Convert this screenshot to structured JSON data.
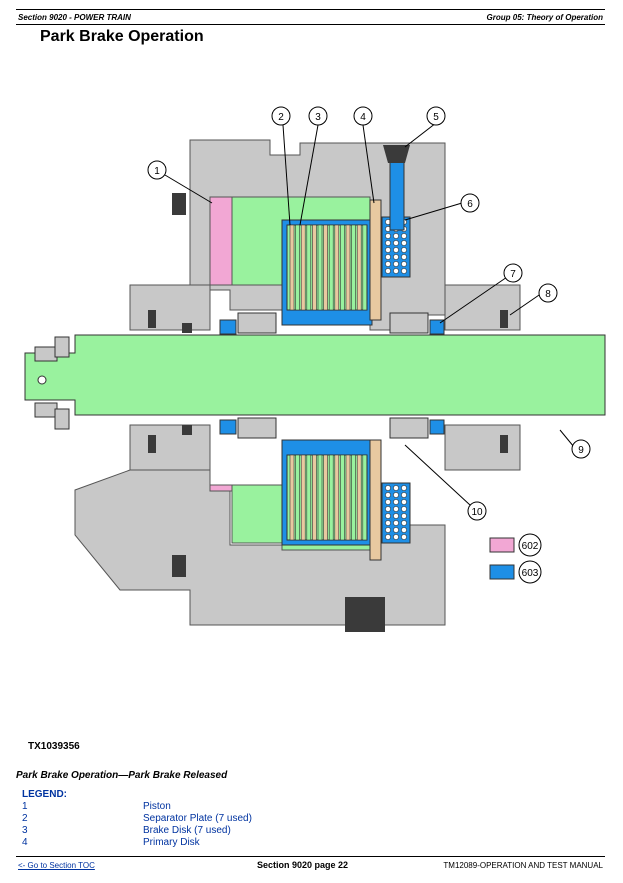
{
  "header": {
    "left": "Section 9020 - POWER TRAIN",
    "right": "Group 05: Theory of Operation"
  },
  "title": "Park Brake Operation",
  "figure": {
    "callouts": [
      "1",
      "2",
      "3",
      "4",
      "5",
      "6",
      "7",
      "8",
      "9",
      "10"
    ],
    "color_key": [
      {
        "code": "602",
        "color": "#f2a7d4"
      },
      {
        "code": "603",
        "color": "#1e8fe6"
      }
    ],
    "colors": {
      "housing": "#c8c8c8",
      "shaft": "#99f29e",
      "piston": "#f2a7d4",
      "oil": "#1e8fe6",
      "disk": "#e8c9a0",
      "dark": "#3a3a3a"
    },
    "id": "TX1039356"
  },
  "caption": "Park Brake Operation—Park Brake Released",
  "legend": {
    "title": "LEGEND:",
    "items": [
      {
        "num": "1",
        "label": "Piston"
      },
      {
        "num": "2",
        "label": "Separator Plate (7 used)"
      },
      {
        "num": "3",
        "label": "Brake Disk (7 used)"
      },
      {
        "num": "4",
        "label": "Primary Disk"
      }
    ]
  },
  "footer": {
    "left": "<- Go to Section TOC",
    "center": "Section 9020 page 22",
    "right": "TM12089-OPERATION AND TEST MANUAL"
  }
}
